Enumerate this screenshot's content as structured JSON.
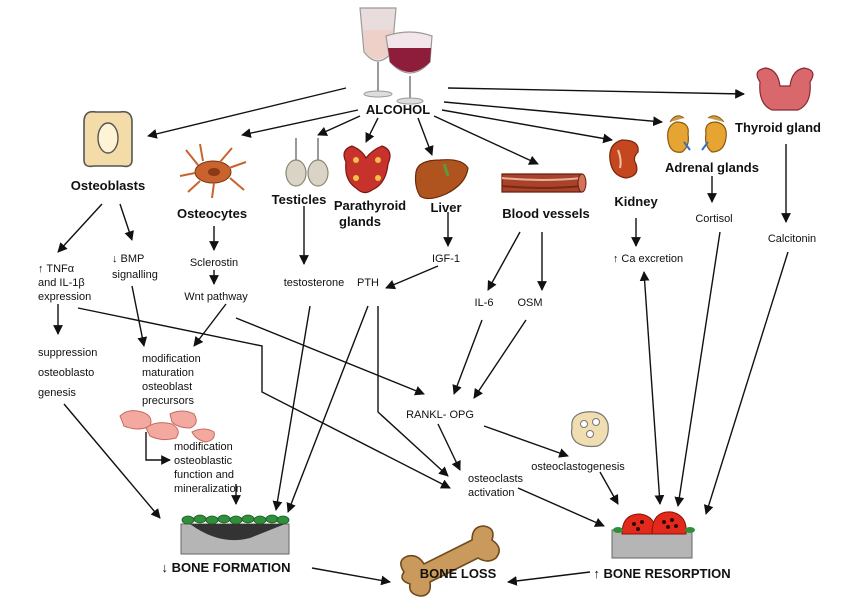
{
  "center": {
    "label": "ALCOHOL"
  },
  "organs": {
    "osteoblasts": "Osteoblasts",
    "osteocytes": "Osteocytes",
    "testicles": "Testicles",
    "parathyroid_line1": "Parathyroid",
    "parathyroid_line2": "glands",
    "liver": "Liver",
    "blood_vessels": "Blood vessels",
    "kidney": "Kidney",
    "adrenal_glands": "Adrenal glands",
    "thyroid_gland": "Thyroid gland"
  },
  "mediators": {
    "tnf_line1": "↑ TNFα",
    "tnf_line2": "and IL-1β",
    "tnf_line3": "expression",
    "bmp_line1": "↓ BMP",
    "bmp_line2": "signalling",
    "sclerostin": "Sclerostin",
    "wnt": "Wnt pathway",
    "testosterone": "testosterone",
    "pth": "PTH",
    "igf1": "IGF-1",
    "il6": "IL-6",
    "osm": "OSM",
    "ca_excretion": "↑ Ca excretion",
    "cortisol": "Cortisol",
    "calcitonin": "Calcitonin",
    "suppression_line1": "suppression",
    "suppression_line2": "osteoblasto",
    "suppression_line3": "genesis",
    "modmat_line1": "modification",
    "modmat_line2": "maturation",
    "modmat_line3": "osteoblast",
    "modmat_line4": "precursors",
    "modfunc_line1": "modification",
    "modfunc_line2": "osteoblastic",
    "modfunc_line3": "function and",
    "modfunc_line4": "mineralization",
    "rankl": "RANKL- OPG",
    "osteoclastogenesis": "osteoclastogenesis",
    "activation_line1": "osteoclasts",
    "activation_line2": "activation"
  },
  "outcomes": {
    "bone_formation": "↓ BONE FORMATION",
    "bone_loss": "BONE LOSS",
    "bone_resorption": "↑ BONE RESORPTION"
  },
  "colors": {
    "wine": "#8e1d3c",
    "glass": "#e8dcdc",
    "bone_cell": "#f3dca8",
    "osteocyte": "#c9632e",
    "testis": "#d9d4c6",
    "parathyroid": "#c7322c",
    "liver": "#b0541f",
    "vessel": "#a8432a",
    "kidney": "#c4471f",
    "adrenal": "#e6a433",
    "thyroid": "#d9686d",
    "bone": "#c99a5b",
    "osteoclast": "#e3291b",
    "slab": "#b5b5b5",
    "osteoblast_cell": "#2f8f3a"
  }
}
